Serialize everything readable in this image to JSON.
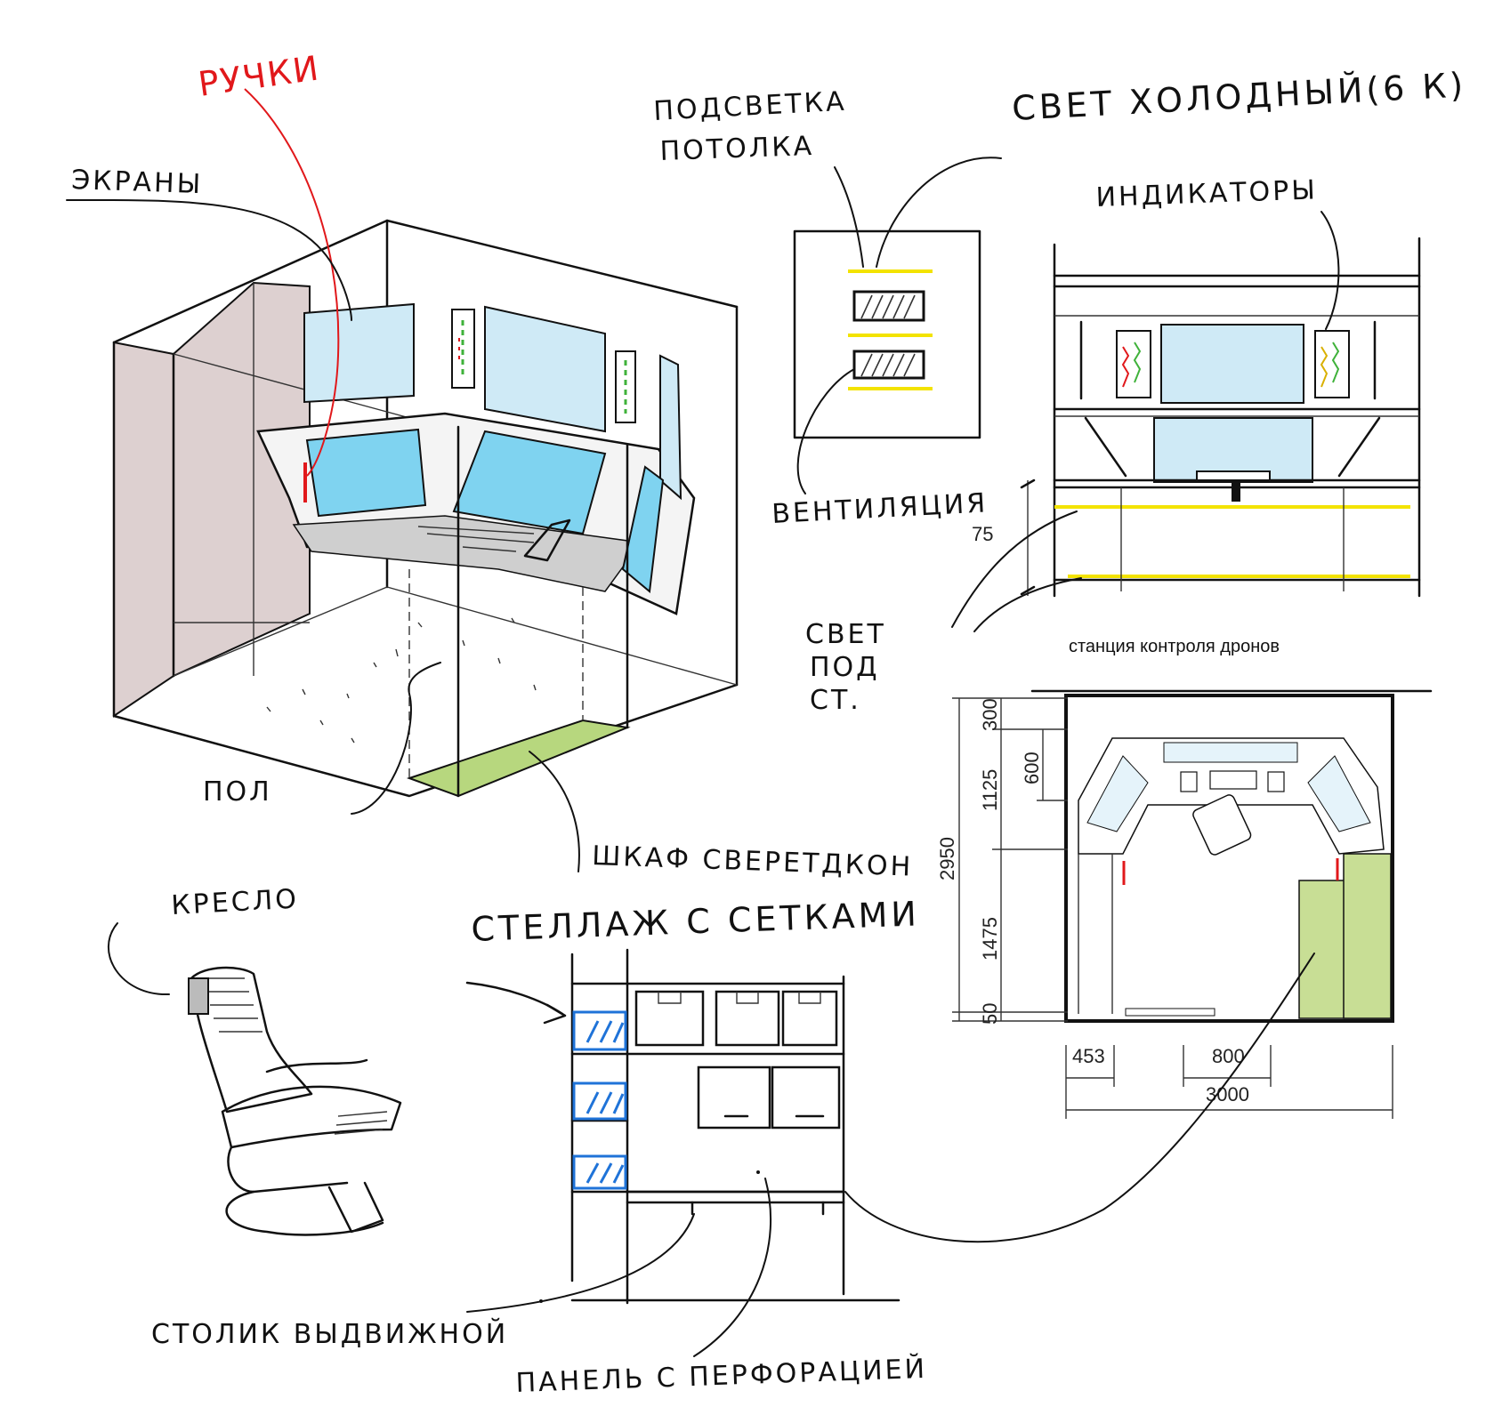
{
  "labels": {
    "handles": "РУЧКИ",
    "screens": "ЭКРАНЫ",
    "ceiling_light": [
      "ПОДСВЕТКА",
      "ПОТОЛКА"
    ],
    "cold_light": "СВЕТ ХОЛОДНЫЙ(6 К)",
    "indicators": "ИНДИКАТОРЫ",
    "ventilation": "ВЕНТИЛЯЦИЯ",
    "light_under": [
      "СВЕТ",
      "ПОД",
      "СТ."
    ],
    "floor": "ПОЛ",
    "chair": "КРЕСЛО",
    "shelving": "СТЕЛЛАЖ С СЕТКАМИ",
    "wardrobe": "ШКАФ СВЕРЕТДКОН",
    "pullout_table": "СТОЛИК ВЫДВИЖНОЙ",
    "perforated_panel": "ПАНЕЛЬ С ПЕРФОРАЦИЕЙ"
  },
  "plan": {
    "title": "станция контроля дронов",
    "dims_vertical": [
      "300",
      "600",
      "1125",
      "2950",
      "1475",
      "50"
    ],
    "dims_horizontal": [
      "453",
      "800",
      "3000"
    ],
    "elevation_dim": "75"
  },
  "colors": {
    "screen_blue": "#7fd3f0",
    "glass_blue": "#cfeaf6",
    "wall_mauve": "#ddd0d0",
    "cabinet_green": "#c8de95",
    "floor_green": "#b7d77e",
    "light_yellow": "#f3e300",
    "mesh_blue": "#1f73d8",
    "handle_red": "#e1181b"
  }
}
